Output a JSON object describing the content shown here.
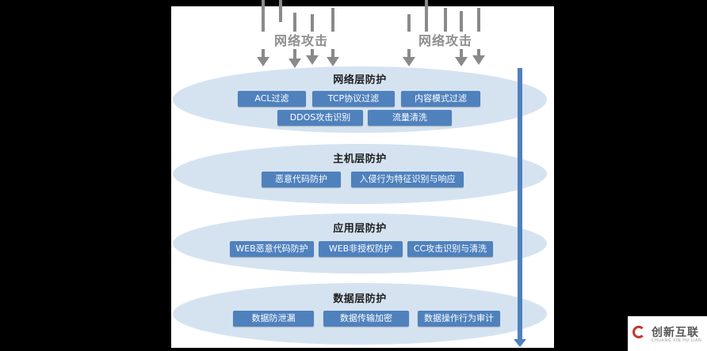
{
  "attacks": [
    {
      "label": "网络攻击"
    },
    {
      "label": "网络攻击"
    }
  ],
  "layers": [
    {
      "title": "网络层防护",
      "tags": [
        "ACL过滤",
        "TCP协议过滤",
        "内容模式过滤",
        "DDOS攻击识别",
        "流量清洗"
      ]
    },
    {
      "title": "主机层防护",
      "tags": [
        "恶意代码防护",
        "入侵行为特征识别与响应"
      ]
    },
    {
      "title": "应用层防护",
      "tags": [
        "WEB恶意代码防护",
        "WEB非授权防护",
        "CC攻击识别与清洗"
      ]
    },
    {
      "title": "数据层防护",
      "tags": [
        "数据防泄漏",
        "数据传输加密",
        "数据操作行为审计"
      ]
    }
  ],
  "watermark": {
    "text": "创新互联",
    "sub": "CHUANG XIN HU LIAN"
  },
  "colors": {
    "layer_fill": "#d5e3f1",
    "tag_fill": "#4f81bd",
    "flow_arrow": "#4f81bd",
    "attack_gray": "#8a8a8a"
  }
}
